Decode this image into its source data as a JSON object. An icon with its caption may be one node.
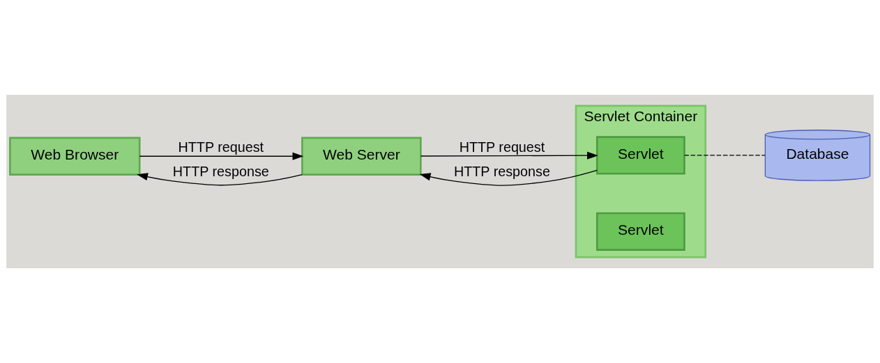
{
  "diagram": {
    "nodes": [
      {
        "text": [
          "Web Browser"
        ]
      },
      {
        "text": [
          "Web Server"
        ]
      },
      {
        "text": [
          "Servlet Container"
        ]
      },
      {
        "text": [
          "Servlet"
        ],
        "in": 2
      },
      {
        "text": [
          "Servlet"
        ],
        "in": 2
      },
      {
        "text": [
          "Database"
        ]
      }
    ],
    "edges": [
      {
        "from": 0,
        "to": 1,
        "label": "HTTP request",
        "arrow": "to"
      },
      {
        "from": 1,
        "to": 0,
        "label": "HTTP response",
        "arrow": "to"
      },
      {
        "from": 1,
        "to": 3,
        "label": "HTTP request",
        "arrow": "to"
      },
      {
        "from": 3,
        "to": 1,
        "label": "HTTP response",
        "arrow": "to"
      },
      {
        "from": 3,
        "to": 5,
        "arrow": "none",
        "style": "dashed"
      }
    ]
  }
}
